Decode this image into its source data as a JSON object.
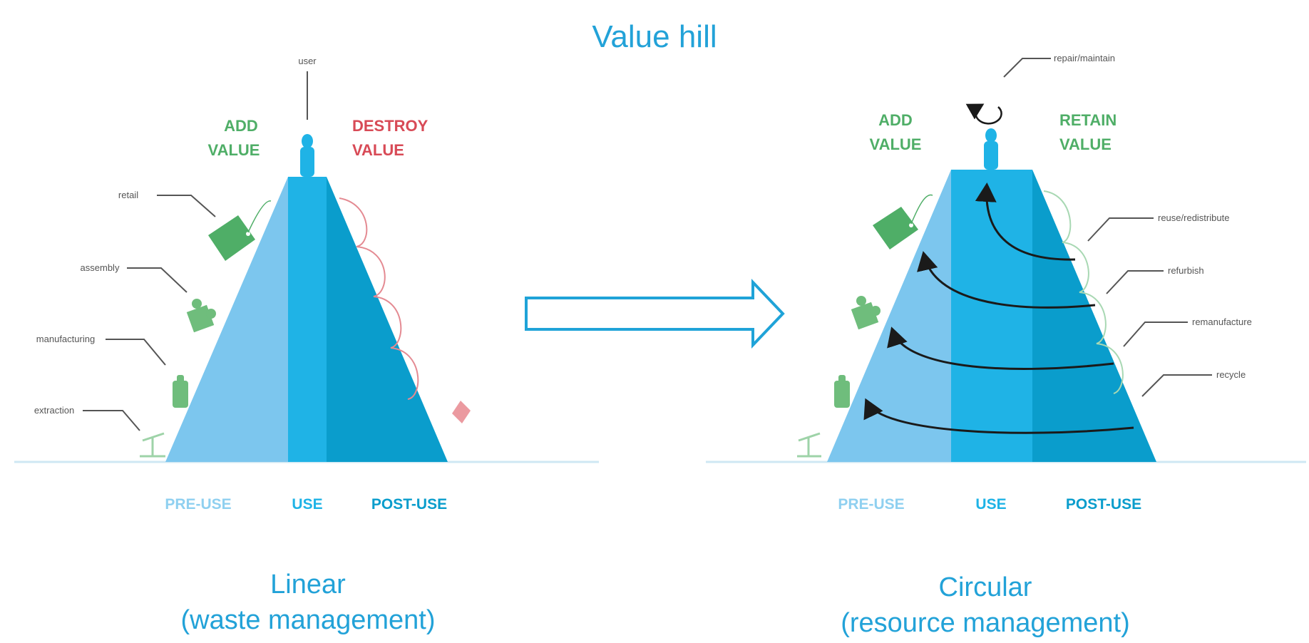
{
  "title": "Value hill",
  "colors": {
    "light": "#7cc6ee",
    "mid": "#1fb3e6",
    "dark": "#0a9dcc",
    "green": "#4fae67",
    "red": "#d84a56",
    "title_blue": "#22a2d8",
    "label_grey": "#555555"
  },
  "linear": {
    "add_value": [
      "ADD",
      "VALUE"
    ],
    "destroy_value": [
      "DESTROY",
      "VALUE"
    ],
    "labels": {
      "user": "user",
      "retail": "retail",
      "assembly": "assembly",
      "manufacturing": "manufacturing",
      "extraction": "extraction"
    },
    "phases": {
      "pre": "PRE-USE",
      "use": "USE",
      "post": "POST-USE"
    },
    "caption": [
      "Linear",
      "(waste management)"
    ]
  },
  "circular": {
    "add_value": [
      "ADD",
      "VALUE"
    ],
    "retain_value": [
      "RETAIN",
      "VALUE"
    ],
    "labels": {
      "repair": "repair/maintain",
      "reuse": "reuse/redistribute",
      "refurbish": "refurbish",
      "remanufacture": "remanufacture",
      "recycle": "recycle"
    },
    "phases": {
      "pre": "PRE-USE",
      "use": "USE",
      "post": "POST-USE"
    },
    "caption": [
      "Circular",
      "(resource management)"
    ]
  }
}
